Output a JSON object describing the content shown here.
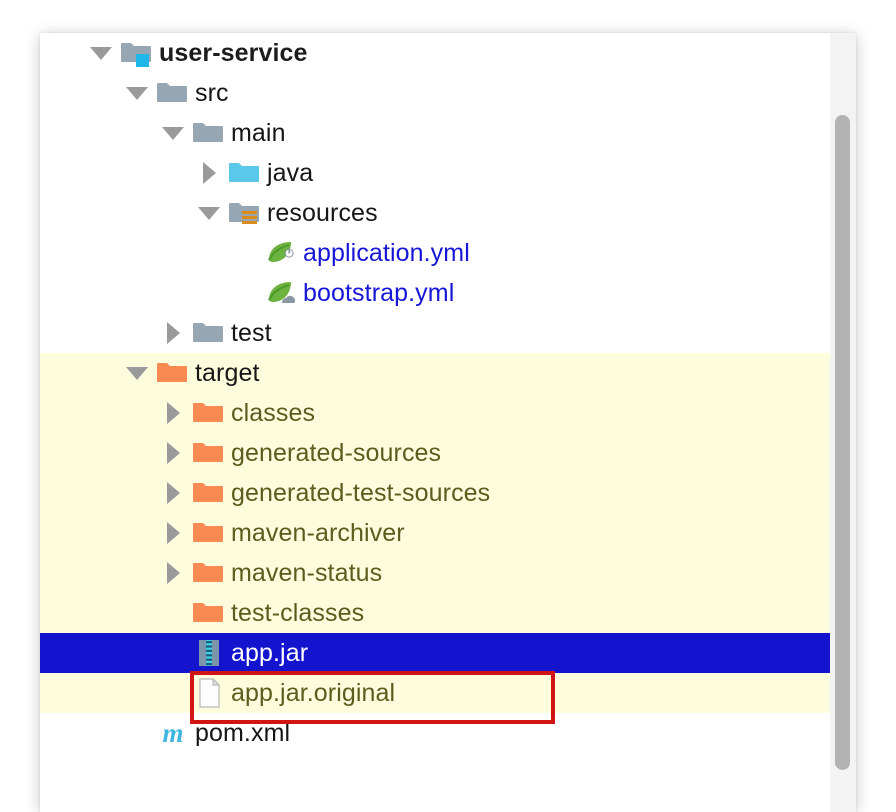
{
  "panel": {
    "name": "project-file-tree",
    "selected_row_index": 12
  },
  "scrollbar": {
    "orientation": "vertical"
  },
  "annotation": {
    "color": "#d11414",
    "target_label": "app.jar"
  },
  "colors": {
    "selection_blue": "#1414cf",
    "highlight_band": "#fdfcdd",
    "folder_gray": "#97a6b3",
    "folder_orange": "#f98a52",
    "folder_cyan": "#5ac8e8",
    "link_blue": "#1616d6",
    "olive_text": "#5c5c1e",
    "spring_green": "#6db33f",
    "maven_cyan": "#3fb6e0"
  },
  "tree": {
    "rows": [
      {
        "label": "user-service",
        "depth": 0,
        "toggle": "down",
        "icon": "folder-module-gray",
        "style": "bold",
        "band": false,
        "selected": false
      },
      {
        "label": "src",
        "depth": 1,
        "toggle": "down",
        "icon": "folder-gray",
        "style": "dark",
        "band": false,
        "selected": false
      },
      {
        "label": "main",
        "depth": 2,
        "toggle": "down",
        "icon": "folder-gray",
        "style": "dark",
        "band": false,
        "selected": false
      },
      {
        "label": "java",
        "depth": 3,
        "toggle": "right",
        "icon": "folder-cyan-sources",
        "style": "dark",
        "band": false,
        "selected": false
      },
      {
        "label": "resources",
        "depth": 3,
        "toggle": "down",
        "icon": "folder-resources-gray",
        "style": "dark",
        "band": false,
        "selected": false
      },
      {
        "label": "application.yml",
        "depth": 4,
        "toggle": "none",
        "icon": "spring-leaf-gear",
        "style": "blue",
        "band": false,
        "selected": false
      },
      {
        "label": "bootstrap.yml",
        "depth": 4,
        "toggle": "none",
        "icon": "spring-leaf-cloud",
        "style": "blue",
        "band": false,
        "selected": false
      },
      {
        "label": "test",
        "depth": 2,
        "toggle": "right",
        "icon": "folder-gray",
        "style": "dark",
        "band": false,
        "selected": false
      },
      {
        "label": "target",
        "depth": 1,
        "toggle": "down",
        "icon": "folder-orange",
        "style": "dark",
        "band": true,
        "selected": false
      },
      {
        "label": "classes",
        "depth": 2,
        "toggle": "right",
        "icon": "folder-orange",
        "style": "olive",
        "band": true,
        "selected": false
      },
      {
        "label": "generated-sources",
        "depth": 2,
        "toggle": "right",
        "icon": "folder-orange",
        "style": "olive",
        "band": true,
        "selected": false
      },
      {
        "label": "generated-test-sources",
        "depth": 2,
        "toggle": "right",
        "icon": "folder-orange",
        "style": "olive",
        "band": true,
        "selected": false
      },
      {
        "label": "maven-archiver",
        "depth": 2,
        "toggle": "right",
        "icon": "folder-orange",
        "style": "olive",
        "band": true,
        "selected": false
      },
      {
        "label": "maven-status",
        "depth": 2,
        "toggle": "right",
        "icon": "folder-orange",
        "style": "olive",
        "band": true,
        "selected": false
      },
      {
        "label": "test-classes",
        "depth": 2,
        "toggle": "none",
        "icon": "folder-orange",
        "style": "olive",
        "band": true,
        "selected": false
      },
      {
        "label": "app.jar",
        "depth": 2,
        "toggle": "none",
        "icon": "jar-archive",
        "style": "white",
        "band": true,
        "selected": true
      },
      {
        "label": "app.jar.original",
        "depth": 2,
        "toggle": "none",
        "icon": "file-plain",
        "style": "olive",
        "band": true,
        "selected": false
      },
      {
        "label": "pom.xml",
        "depth": 1,
        "toggle": "none",
        "icon": "maven-m",
        "style": "dark",
        "band": false,
        "selected": false
      }
    ]
  }
}
